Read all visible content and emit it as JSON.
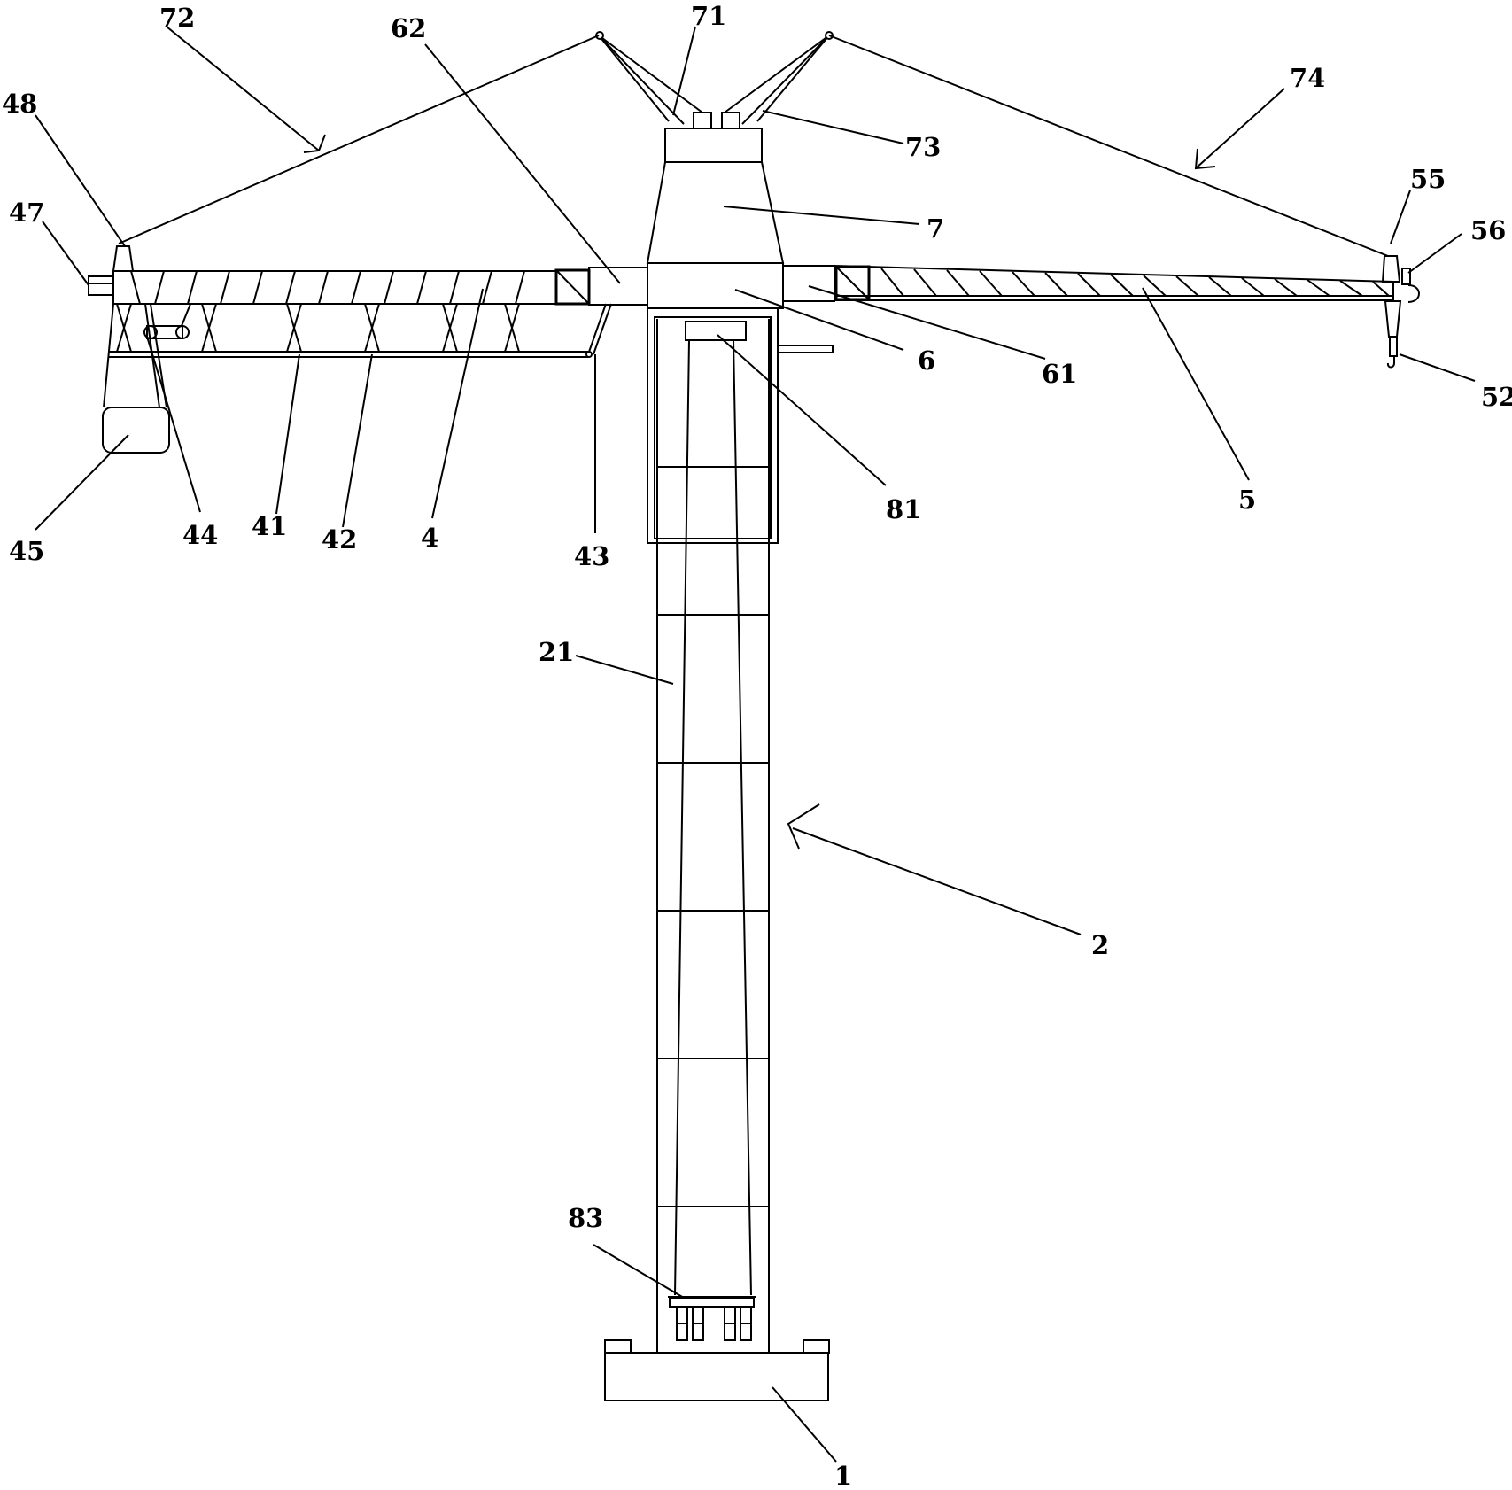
{
  "figure": {
    "labels": {
      "l1": "1",
      "l2": "2",
      "l21": "21",
      "l4": "4",
      "l41": "41",
      "l42": "42",
      "l43": "43",
      "l44": "44",
      "l45": "45",
      "l47": "47",
      "l48": "48",
      "l5": "5",
      "l52": "52",
      "l55": "55",
      "l56": "56",
      "l6": "6",
      "l61": "61",
      "l62": "62",
      "l7": "7",
      "l71": "71",
      "l72": "72",
      "l73": "73",
      "l74": "74",
      "l81": "81",
      "l83": "83"
    }
  }
}
